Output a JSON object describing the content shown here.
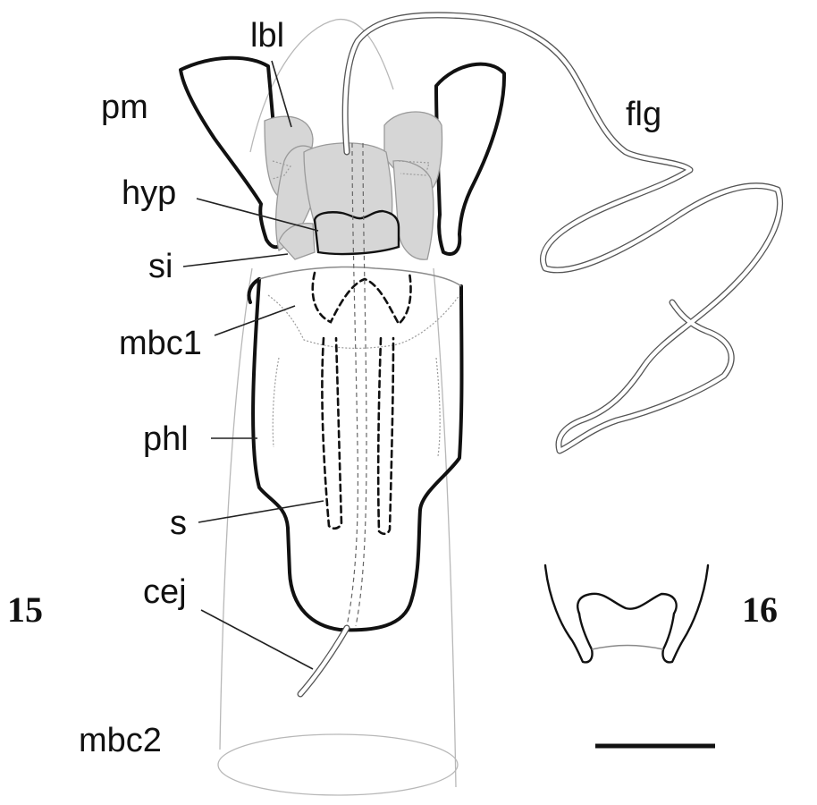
{
  "figure_numbers": {
    "left": "15",
    "right": "16"
  },
  "labels": {
    "lbl": "lbl",
    "pm": "pm",
    "hyp": "hyp",
    "si": "si",
    "mbc1": "mbc1",
    "phl": "phl",
    "s": "s",
    "cej": "cej",
    "mbc2": "mbc2",
    "flg": "flg"
  }
}
